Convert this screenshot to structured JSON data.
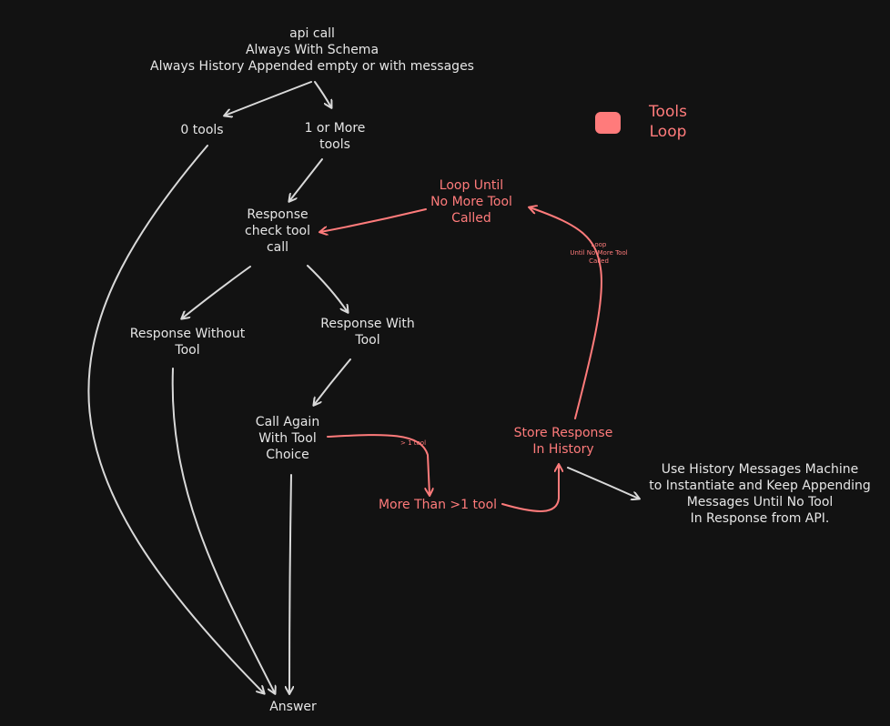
{
  "nodes": {
    "api_call": [
      "api call",
      "Always With Schema",
      "Always History Appended empty or with messages"
    ],
    "zero_tools": [
      "0 tools"
    ],
    "one_or_more_tools": [
      "1 or More",
      "tools"
    ],
    "response_check": [
      "Response",
      "check tool",
      "call"
    ],
    "response_without_tool": [
      "Response Without",
      "Tool"
    ],
    "response_with_tool": [
      "Response With",
      "Tool"
    ],
    "call_again": [
      "Call Again",
      "With Tool",
      "Choice"
    ],
    "answer": [
      "Answer"
    ],
    "loop_until": [
      "Loop Until",
      "No More Tool",
      "Called"
    ],
    "store_response": [
      "Store Response",
      "In History"
    ],
    "more_than_one": [
      "More Than >1 tool"
    ],
    "use_history": [
      "Use History Messages Machine",
      "to Instantiate and Keep Appending",
      "Messages Until No Tool",
      "In Response from API."
    ]
  },
  "edge_labels": {
    "gt_one_tool": "> 1 tool",
    "loop_label": [
      "Loop",
      "Until No More Tool",
      "Called"
    ]
  },
  "legend": {
    "label": [
      "Tools",
      "Loop"
    ],
    "color": "#ff7b7b"
  },
  "colors": {
    "background": "#121212",
    "stroke": "#d9d9d9",
    "accent": "#ff7b7b"
  }
}
